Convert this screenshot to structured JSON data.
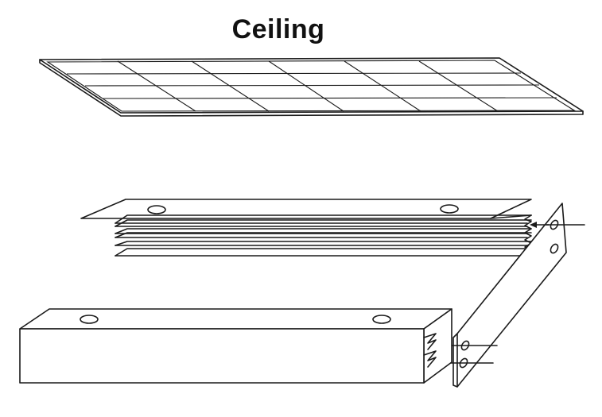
{
  "diagram": {
    "title": "Ceiling",
    "colors": {
      "line": "#1a1a1a",
      "background": "#ffffff"
    },
    "parts": [
      "ceiling-panel",
      "upper-rail",
      "lower-rail",
      "side-bracket"
    ]
  }
}
